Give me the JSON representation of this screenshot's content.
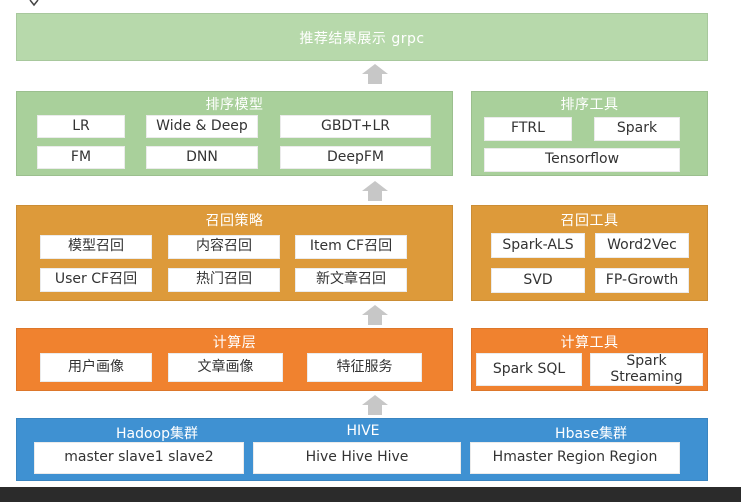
{
  "top": {
    "title": "推荐结果展示 grpc"
  },
  "rank_model": {
    "title": "排序模型",
    "items": [
      "LR",
      "Wide & Deep",
      "GBDT+LR",
      "FM",
      "DNN",
      "DeepFM"
    ]
  },
  "rank_tools": {
    "title": "排序工具",
    "items": [
      "FTRL",
      "Spark",
      "Tensorflow"
    ]
  },
  "recall_strategy": {
    "title": "召回策略",
    "items": [
      "模型召回",
      "内容召回",
      "Item CF召回",
      "User CF召回",
      "热门召回",
      "新文章召回"
    ]
  },
  "recall_tools": {
    "title": "召回工具",
    "items": [
      "Spark-ALS",
      "Word2Vec",
      "SVD",
      "FP-Growth"
    ]
  },
  "compute_layer": {
    "title": "计算层",
    "items": [
      "用户画像",
      "文章画像",
      "特征服务"
    ]
  },
  "compute_tools": {
    "title": "计算工具",
    "items": [
      "Spark SQL",
      "Spark Streaming"
    ]
  },
  "storage": {
    "titles": [
      "Hadoop集群",
      "HIVE",
      "Hbase集群"
    ],
    "items": [
      "master slave1 slave2",
      "Hive Hive Hive",
      "Hmaster Region Region"
    ]
  },
  "colors": {
    "green": "#a9d09b",
    "orange_dark": "#dd9a3a",
    "orange": "#f0822f",
    "blue": "#3f91d2",
    "arrow": "#c7c7c7"
  }
}
